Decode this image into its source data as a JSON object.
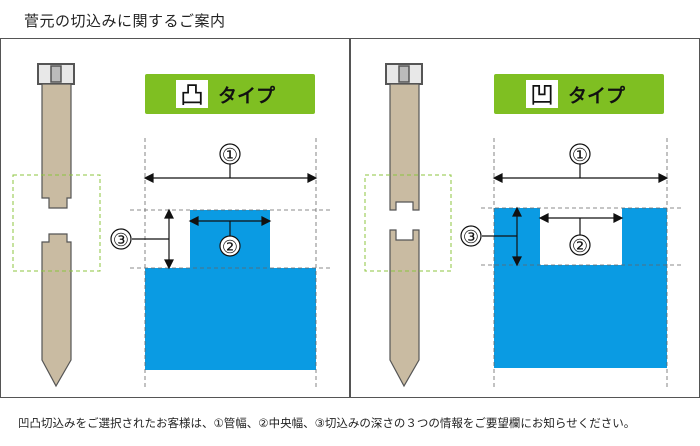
{
  "page": {
    "title": "菅元の切込みに関するご案内"
  },
  "left_panel": {
    "type_label": "タイプ",
    "type_symbol": "凸",
    "fill_color": "#0a9be3",
    "label_color": "#7fbf22",
    "callouts": {
      "full_width": "①",
      "center_width": "②",
      "depth": "③"
    }
  },
  "right_panel": {
    "type_label": "タイプ",
    "type_symbol": "凹",
    "fill_color": "#0a9be3",
    "label_color": "#7fbf22",
    "callouts": {
      "full_width": "①",
      "center_width": "②",
      "depth": "③"
    }
  },
  "footer": {
    "note": "凹凸切込みをご選択されたお客様は、①管幅、②中央幅、③切込みの深さの３つの情報をご要望欄にお知らせください。"
  }
}
